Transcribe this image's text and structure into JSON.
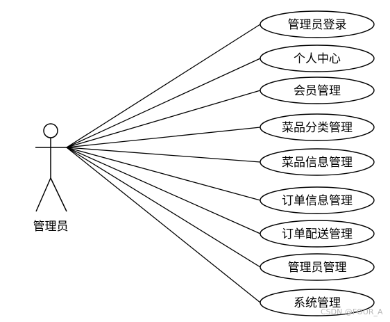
{
  "actor": {
    "label": "管理员"
  },
  "use_cases": [
    {
      "label": "管理员登录"
    },
    {
      "label": "个人中心"
    },
    {
      "label": "会员管理"
    },
    {
      "label": "菜品分类管理"
    },
    {
      "label": "菜品信息管理"
    },
    {
      "label": "订单信息管理"
    },
    {
      "label": "订单配送管理"
    },
    {
      "label": "管理员管理"
    },
    {
      "label": "系统管理"
    }
  ],
  "watermark": "CSDN @FOUR_A",
  "colors": {
    "stroke": "#000000",
    "background": "#ffffff",
    "watermark": "#b8b8b8"
  }
}
